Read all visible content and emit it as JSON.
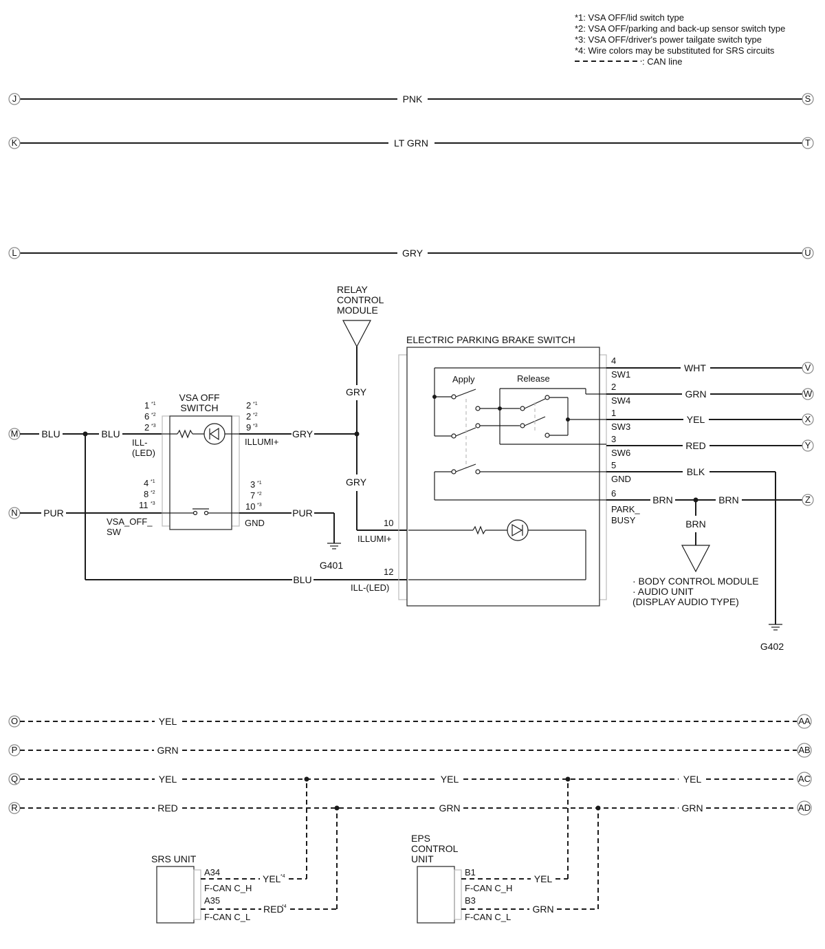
{
  "notes": {
    "n1": "*1: VSA OFF/lid switch type",
    "n2": "*2: VSA OFF/parking and back-up sensor switch type",
    "n3": "*3: VSA OFF/driver's power tailgate switch type",
    "n4": "*4: Wire colors may be substituted for SRS circuits",
    "can_line": ": CAN line"
  },
  "top_lines": [
    {
      "left": "J",
      "right": "S",
      "color": "PNK"
    },
    {
      "left": "K",
      "right": "T",
      "color": "LT GRN"
    },
    {
      "left": "L",
      "right": "U",
      "color": "GRY"
    }
  ],
  "connectors": {
    "M": "M",
    "N": "N",
    "V": "V",
    "W": "W",
    "X": "X",
    "Y": "Y",
    "Z": "Z"
  },
  "vsa": {
    "title1": "VSA OFF",
    "title2": "SWITCH",
    "pin_ill_1": "1",
    "pin_ill_6": "6",
    "pin_ill_2": "2",
    "ill_label1": "ILL-",
    "ill_label2": "(LED)",
    "pin_sw_4": "4",
    "pin_sw_8": "8",
    "pin_sw_11": "11",
    "sw_label1": "VSA_OFF_",
    "sw_label2": "SW",
    "pin_illumi_2a": "2",
    "pin_illumi_2b": "2",
    "pin_illumi_9": "9",
    "illumi_label": "ILLUMI+",
    "pin_gnd_3": "3",
    "pin_gnd_7": "7",
    "pin_gnd_10": "10",
    "gnd_label": "GND",
    "sup1": "*1",
    "sup2": "*2",
    "sup3": "*3"
  },
  "wires": {
    "m_blu": "BLU",
    "m_blu2": "BLU",
    "n_pur": "PUR",
    "vsa_gry": "GRY",
    "vsa_pur": "PUR",
    "relay_gry_top": "GRY",
    "relay_gry_bot": "GRY",
    "bottom_blu": "BLU",
    "wht": "WHT",
    "grn": "GRN",
    "yel": "YEL",
    "red": "RED",
    "blk": "BLK",
    "brn1": "BRN",
    "brn2": "BRN",
    "brn3": "BRN"
  },
  "grounds": {
    "g401": "G401",
    "g402": "G402"
  },
  "relay": {
    "l1": "RELAY",
    "l2": "CONTROL",
    "l3": "MODULE"
  },
  "epb": {
    "title": "ELECTRIC PARKING BRAKE SWITCH",
    "apply": "Apply",
    "release": "Release",
    "pins": [
      {
        "num": "4",
        "label": "SW1"
      },
      {
        "num": "2",
        "label": "SW4"
      },
      {
        "num": "1",
        "label": "SW3"
      },
      {
        "num": "3",
        "label": "SW6"
      },
      {
        "num": "5",
        "label": "GND"
      },
      {
        "num": "6",
        "label1": "PARK_",
        "label2": "BUSY"
      }
    ],
    "pin10": "10",
    "pin10_label": "ILLUMI+",
    "pin12": "12",
    "pin12_label": "ILL-(LED)"
  },
  "bcm": {
    "l1": "· BODY CONTROL MODULE",
    "l2": "· AUDIO UNIT",
    "l3": "(DISPLAY AUDIO TYPE)"
  },
  "can_lines": [
    {
      "left": "O",
      "right": "AA",
      "c1": "YEL"
    },
    {
      "left": "P",
      "right": "AB",
      "c1": "GRN"
    },
    {
      "left": "Q",
      "right": "AC",
      "c1": "YEL",
      "c2": "YEL",
      "c3": "YEL"
    },
    {
      "left": "R",
      "right": "AD",
      "c1": "RED",
      "c2": "GRN",
      "c3": "GRN"
    }
  ],
  "srs": {
    "title": "SRS UNIT",
    "pin_h": "A34",
    "label_h": "F-CAN C_H",
    "wire_h": "YEL",
    "pin_l": "A35",
    "label_l": "F-CAN C_L",
    "wire_l": "RED",
    "sup4": "*4"
  },
  "eps": {
    "l1": "EPS",
    "l2": "CONTROL",
    "l3": "UNIT",
    "pin_h": "B1",
    "label_h": "F-CAN C_H",
    "wire_h": "YEL",
    "pin_l": "B3",
    "label_l": "F-CAN C_L",
    "wire_l": "GRN"
  }
}
